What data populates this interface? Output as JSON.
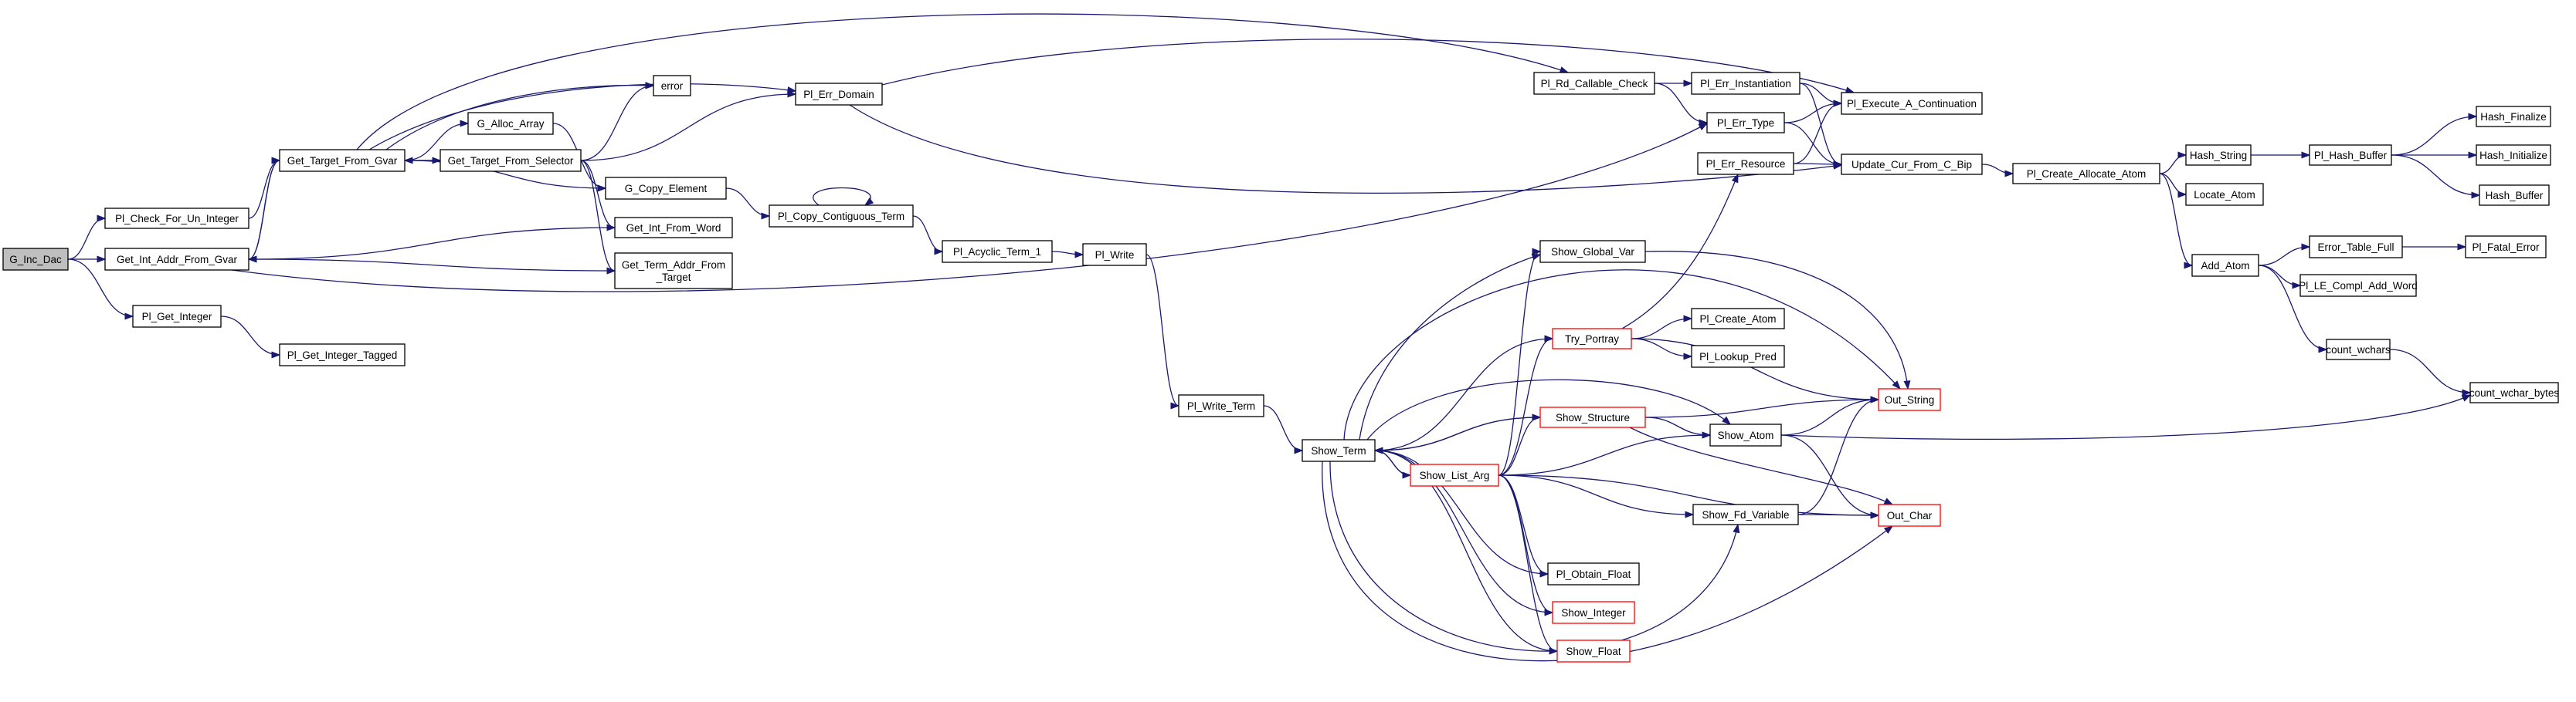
{
  "colors": {
    "edge": "#191970",
    "node_border": "#000000",
    "truncated_border": "#ff0000",
    "root_fill": "#bfbfbf",
    "node_fill": "#ffffff"
  },
  "nodes": [
    {
      "id": "G_Inc_Dac",
      "label": "G_Inc_Dac",
      "root": true
    },
    {
      "id": "Pl_Check_For_Un_Integer",
      "label": "Pl_Check_For_Un_Integer"
    },
    {
      "id": "Get_Int_Addr_From_Gvar",
      "label": "Get_Int_Addr_From_Gvar"
    },
    {
      "id": "Pl_Get_Integer",
      "label": "Pl_Get_Integer"
    },
    {
      "id": "Pl_Get_Integer_Tagged",
      "label": "Pl_Get_Integer_Tagged"
    },
    {
      "id": "Get_Target_From_Gvar",
      "label": "Get_Target_From_Gvar"
    },
    {
      "id": "G_Alloc_Array",
      "label": "G_Alloc_Array"
    },
    {
      "id": "Get_Target_From_Selector",
      "label": "Get_Target_From_Selector"
    },
    {
      "id": "error",
      "label": "error"
    },
    {
      "id": "Pl_Err_Domain",
      "label": "Pl_Err_Domain"
    },
    {
      "id": "G_Copy_Element",
      "label": "G_Copy_Element"
    },
    {
      "id": "Get_Int_From_Word",
      "label": "Get_Int_From_Word"
    },
    {
      "id": "Get_Term_Addr_From_Target",
      "label": "Get_Term_Addr_From\n_Target"
    },
    {
      "id": "Pl_Copy_Contiguous_Term",
      "label": "Pl_Copy_Contiguous_Term"
    },
    {
      "id": "Pl_Acyclic_Term_1",
      "label": "Pl_Acyclic_Term_1"
    },
    {
      "id": "Pl_Write",
      "label": "Pl_Write"
    },
    {
      "id": "Pl_Write_Term",
      "label": "Pl_Write_Term"
    },
    {
      "id": "Show_Term",
      "label": "Show_Term"
    },
    {
      "id": "Show_Global_Var",
      "label": "Show_Global_Var"
    },
    {
      "id": "Try_Portray",
      "label": "Try_Portray",
      "truncated": true
    },
    {
      "id": "Show_Structure",
      "label": "Show_Structure",
      "truncated": true
    },
    {
      "id": "Show_List_Arg",
      "label": "Show_List_Arg",
      "truncated": true
    },
    {
      "id": "Pl_Obtain_Float",
      "label": "Pl_Obtain_Float"
    },
    {
      "id": "Show_Integer",
      "label": "Show_Integer",
      "truncated": true
    },
    {
      "id": "Show_Float",
      "label": "Show_Float",
      "truncated": true
    },
    {
      "id": "Pl_Create_Atom",
      "label": "Pl_Create_Atom"
    },
    {
      "id": "Pl_Lookup_Pred",
      "label": "Pl_Lookup_Pred"
    },
    {
      "id": "Show_Atom",
      "label": "Show_Atom"
    },
    {
      "id": "Show_Fd_Variable",
      "label": "Show_Fd_Variable"
    },
    {
      "id": "Out_String",
      "label": "Out_String",
      "truncated": true
    },
    {
      "id": "Out_Char",
      "label": "Out_Char",
      "truncated": true
    },
    {
      "id": "Pl_Rd_Callable_Check",
      "label": "Pl_Rd_Callable_Check"
    },
    {
      "id": "Pl_Err_Instantiation",
      "label": "Pl_Err_Instantiation"
    },
    {
      "id": "Pl_Err_Type",
      "label": "Pl_Err_Type"
    },
    {
      "id": "Pl_Err_Resource",
      "label": "Pl_Err_Resource"
    },
    {
      "id": "Pl_Execute_A_Continuation",
      "label": "Pl_Execute_A_Continuation"
    },
    {
      "id": "Update_Cur_From_C_Bip",
      "label": "Update_Cur_From_C_Bip"
    },
    {
      "id": "Pl_Create_Allocate_Atom",
      "label": "Pl_Create_Allocate_Atom"
    },
    {
      "id": "Hash_String",
      "label": "Hash_String"
    },
    {
      "id": "Locate_Atom",
      "label": "Locate_Atom"
    },
    {
      "id": "Add_Atom",
      "label": "Add_Atom"
    },
    {
      "id": "Pl_Hash_Buffer",
      "label": "Pl_Hash_Buffer"
    },
    {
      "id": "Hash_Finalize",
      "label": "Hash_Finalize"
    },
    {
      "id": "Hash_Initialize",
      "label": "Hash_Initialize"
    },
    {
      "id": "Hash_Buffer",
      "label": "Hash_Buffer"
    },
    {
      "id": "Error_Table_Full",
      "label": "Error_Table_Full"
    },
    {
      "id": "Pl_Fatal_Error",
      "label": "Pl_Fatal_Error"
    },
    {
      "id": "Pl_LE_Compl_Add_Word",
      "label": "Pl_LE_Compl_Add_Word"
    },
    {
      "id": "count_wchars",
      "label": "count_wchars"
    },
    {
      "id": "count_wchar_bytes",
      "label": "count_wchar_bytes"
    }
  ],
  "edges": [
    [
      "G_Inc_Dac",
      "Pl_Check_For_Un_Integer"
    ],
    [
      "G_Inc_Dac",
      "Get_Int_Addr_From_Gvar"
    ],
    [
      "G_Inc_Dac",
      "Pl_Get_Integer"
    ],
    [
      "Pl_Get_Integer",
      "Pl_Get_Integer_Tagged"
    ],
    [
      "Pl_Check_For_Un_Integer",
      "Get_Target_From_Gvar"
    ],
    [
      "Get_Int_Addr_From_Gvar",
      "Get_Target_From_Gvar"
    ],
    [
      "Get_Int_Addr_From_Gvar",
      "Get_Term_Addr_From_Target"
    ],
    [
      "Get_Int_Addr_From_Gvar",
      "Pl_Err_Type"
    ],
    [
      "Get_Target_From_Gvar",
      "Get_Int_Addr_From_Gvar"
    ],
    [
      "Get_Target_From_Gvar",
      "G_Alloc_Array"
    ],
    [
      "Get_Target_From_Gvar",
      "Get_Target_From_Selector"
    ],
    [
      "Get_Target_From_Gvar",
      "error"
    ],
    [
      "Get_Target_From_Gvar",
      "Pl_Err_Domain"
    ],
    [
      "Get_Target_From_Gvar",
      "G_Copy_Element"
    ],
    [
      "Get_Target_From_Gvar",
      "Pl_Rd_Callable_Check"
    ],
    [
      "Get_Target_From_Selector",
      "Get_Target_From_Gvar"
    ],
    [
      "Get_Target_From_Selector",
      "error"
    ],
    [
      "Get_Target_From_Selector",
      "Pl_Err_Domain"
    ],
    [
      "Get_Target_From_Selector",
      "Get_Int_From_Word"
    ],
    [
      "Get_Target_From_Selector",
      "Get_Term_Addr_From_Target"
    ],
    [
      "G_Alloc_Array",
      "G_Copy_Element"
    ],
    [
      "Get_Int_From_Word",
      "Get_Int_Addr_From_Gvar"
    ],
    [
      "G_Copy_Element",
      "Pl_Copy_Contiguous_Term"
    ],
    [
      "Pl_Copy_Contiguous_Term",
      "Pl_Copy_Contiguous_Term"
    ],
    [
      "Pl_Copy_Contiguous_Term",
      "Pl_Acyclic_Term_1"
    ],
    [
      "Pl_Acyclic_Term_1",
      "Pl_Write"
    ],
    [
      "Pl_Write",
      "Pl_Write_Term"
    ],
    [
      "Pl_Write_Term",
      "Show_Term"
    ],
    [
      "Pl_Err_Domain",
      "Update_Cur_From_C_Bip"
    ],
    [
      "Pl_Err_Domain",
      "Pl_Execute_A_Continuation"
    ],
    [
      "Pl_Rd_Callable_Check",
      "Pl_Err_Instantiation"
    ],
    [
      "Pl_Rd_Callable_Check",
      "Pl_Err_Type"
    ],
    [
      "Pl_Err_Instantiation",
      "Pl_Execute_A_Continuation"
    ],
    [
      "Pl_Err_Instantiation",
      "Update_Cur_From_C_Bip"
    ],
    [
      "Pl_Err_Type",
      "Pl_Execute_A_Continuation"
    ],
    [
      "Pl_Err_Type",
      "Update_Cur_From_C_Bip"
    ],
    [
      "Pl_Err_Resource",
      "Pl_Execute_A_Continuation"
    ],
    [
      "Pl_Err_Resource",
      "Update_Cur_From_C_Bip"
    ],
    [
      "Update_Cur_From_C_Bip",
      "Pl_Create_Allocate_Atom"
    ],
    [
      "Pl_Create_Allocate_Atom",
      "Hash_String"
    ],
    [
      "Pl_Create_Allocate_Atom",
      "Locate_Atom"
    ],
    [
      "Pl_Create_Allocate_Atom",
      "Add_Atom"
    ],
    [
      "Hash_String",
      "Pl_Hash_Buffer"
    ],
    [
      "Pl_Hash_Buffer",
      "Hash_Finalize"
    ],
    [
      "Pl_Hash_Buffer",
      "Hash_Initialize"
    ],
    [
      "Pl_Hash_Buffer",
      "Hash_Buffer"
    ],
    [
      "Add_Atom",
      "Error_Table_Full"
    ],
    [
      "Add_Atom",
      "Pl_LE_Compl_Add_Word"
    ],
    [
      "Add_Atom",
      "count_wchars"
    ],
    [
      "Error_Table_Full",
      "Pl_Fatal_Error"
    ],
    [
      "count_wchars",
      "count_wchar_bytes"
    ],
    [
      "Show_Term",
      "Show_Global_Var"
    ],
    [
      "Show_Term",
      "Try_Portray"
    ],
    [
      "Show_Term",
      "Show_Structure"
    ],
    [
      "Show_Term",
      "Show_List_Arg"
    ],
    [
      "Show_Term",
      "Show_Atom"
    ],
    [
      "Show_Term",
      "Out_String"
    ],
    [
      "Show_Term",
      "Out_Char"
    ],
    [
      "Show_Term",
      "Pl_Obtain_Float"
    ],
    [
      "Show_Term",
      "Show_Integer"
    ],
    [
      "Show_Term",
      "Show_Float"
    ],
    [
      "Show_Term",
      "Show_Fd_Variable"
    ],
    [
      "Show_Global_Var",
      "Out_String"
    ],
    [
      "Try_Portray",
      "Pl_Create_Atom"
    ],
    [
      "Try_Portray",
      "Pl_Lookup_Pred"
    ],
    [
      "Try_Portray",
      "Pl_Err_Resource"
    ],
    [
      "Try_Portray",
      "Out_String"
    ],
    [
      "Show_Structure",
      "Show_Term"
    ],
    [
      "Show_Structure",
      "Show_Atom"
    ],
    [
      "Show_Structure",
      "Out_String"
    ],
    [
      "Show_Structure",
      "Out_Char"
    ],
    [
      "Show_List_Arg",
      "Show_Term"
    ],
    [
      "Show_List_Arg",
      "Show_Global_Var"
    ],
    [
      "Show_List_Arg",
      "Try_Portray"
    ],
    [
      "Show_List_Arg",
      "Show_Structure"
    ],
    [
      "Show_List_Arg",
      "Show_Atom"
    ],
    [
      "Show_List_Arg",
      "Show_Fd_Variable"
    ],
    [
      "Show_List_Arg",
      "Out_Char"
    ],
    [
      "Show_List_Arg",
      "Pl_Obtain_Float"
    ],
    [
      "Show_List_Arg",
      "Show_Integer"
    ],
    [
      "Show_List_Arg",
      "Show_Float"
    ],
    [
      "Show_Atom",
      "Out_String"
    ],
    [
      "Show_Atom",
      "Out_Char"
    ],
    [
      "Show_Atom",
      "count_wchar_bytes"
    ],
    [
      "Show_Fd_Variable",
      "Out_String"
    ],
    [
      "Show_Fd_Variable",
      "Out_Char"
    ]
  ]
}
